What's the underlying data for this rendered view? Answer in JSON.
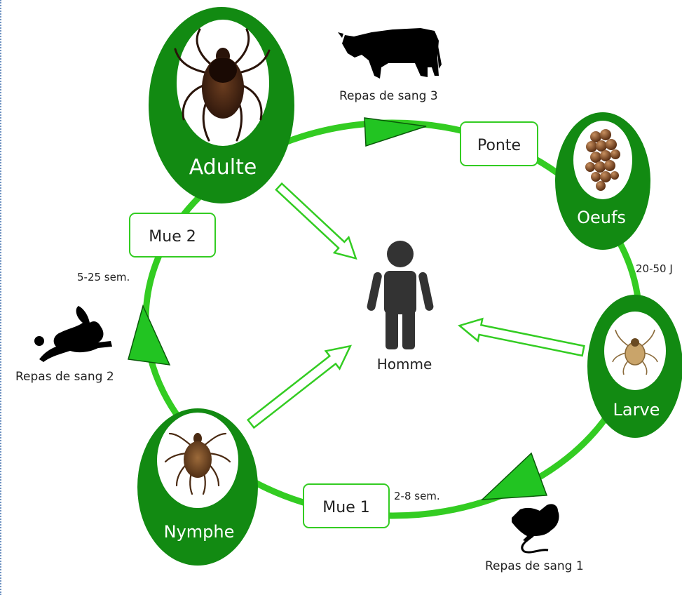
{
  "stages": {
    "adult": "Adulte",
    "eggs": "Oeufs",
    "larva": "Larve",
    "nymph": "Nymphe"
  },
  "steps": {
    "laying": "Ponte",
    "molt1": "Mue 1",
    "molt2": "Mue 2"
  },
  "meals": {
    "meal1": "Repas de sang 1",
    "meal2": "Repas de sang 2",
    "meal3": "Repas de sang 3"
  },
  "durations": {
    "eggs_to_larva": "20-50 J",
    "larva_to_nymph": "2-8 sem.",
    "nymph_to_adult": "5-25 sem."
  },
  "center": {
    "label": "Homme"
  },
  "colors": {
    "stage_fill": "#128a12",
    "cycle_line": "#33cc22",
    "arrow_fill": "#1fc21f"
  },
  "icons": {
    "meal1": "mouse-icon",
    "meal2": "rabbit-icon",
    "meal3": "cow-icon",
    "center": "person-icon"
  }
}
